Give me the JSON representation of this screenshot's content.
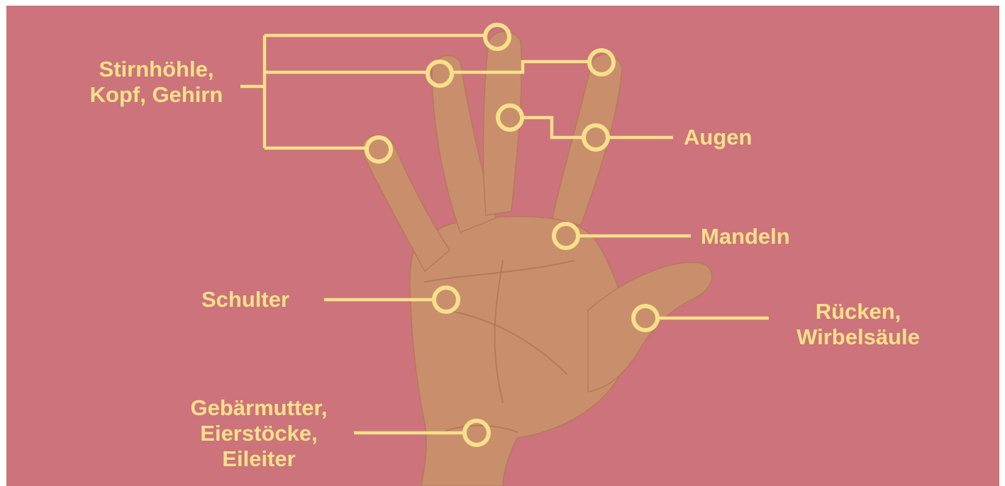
{
  "colors": {
    "background": "#cc737b",
    "accent": "#f7e08a",
    "skin": "#c98f6d",
    "skin_shade": "#b57a5b"
  },
  "labels": {
    "stirnhoehle": [
      "Stirnhöhle,",
      "Kopf, Gehirn"
    ],
    "augen": [
      "Augen"
    ],
    "mandeln": [
      "Mandeln"
    ],
    "schulter": [
      "Schulter"
    ],
    "ruecken": [
      "Rücken,",
      "Wirbelsäule"
    ],
    "gebaermutter": [
      "Gebärmutter,",
      "Eierstöcke,",
      "Eileiter"
    ]
  }
}
